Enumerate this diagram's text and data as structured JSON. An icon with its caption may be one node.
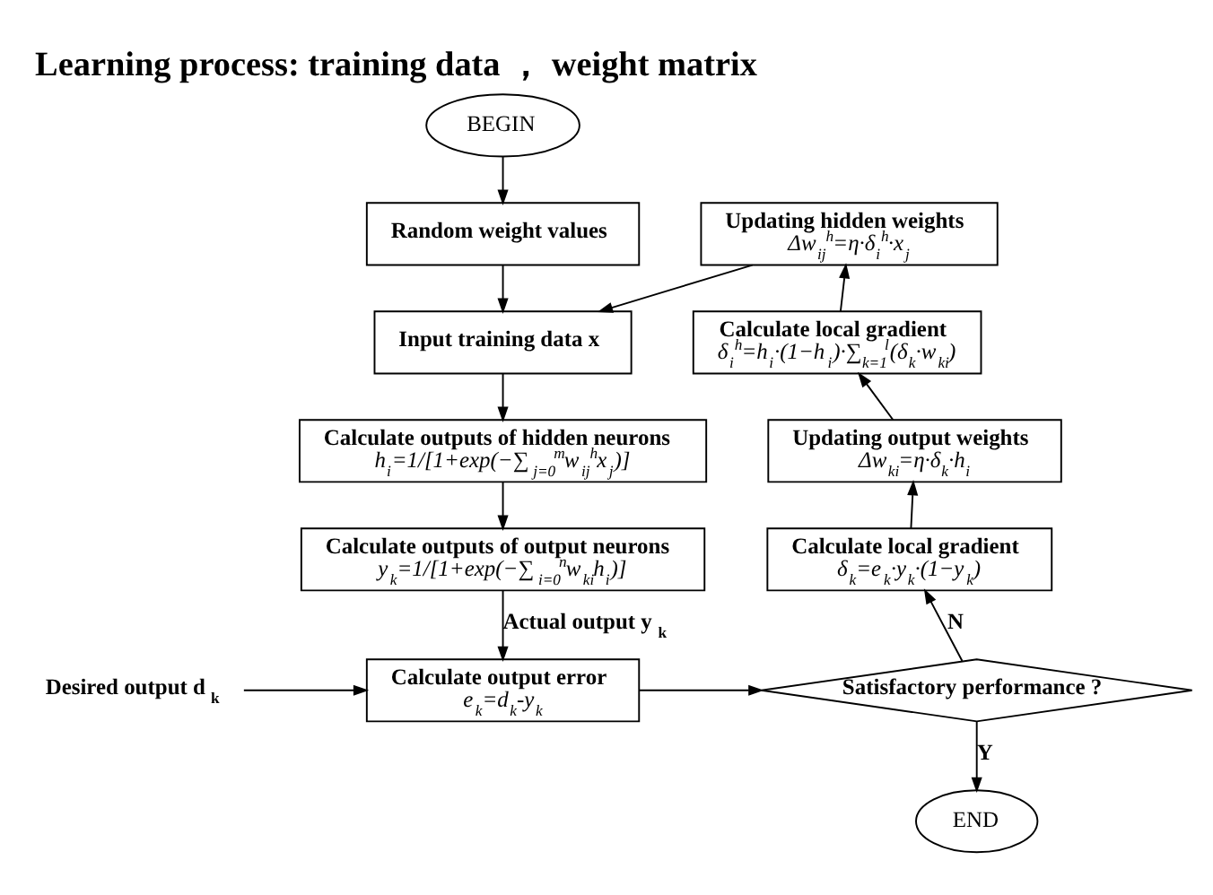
{
  "diagram": {
    "title": "Learning process: training data ， weight matrix",
    "nodes": [
      {
        "text": [
          "BEGIN"
        ]
      },
      {
        "text": [
          "Random weight values"
        ]
      },
      {
        "text": [
          "Input training data x"
        ]
      },
      {
        "text": [
          "Calculate outputs of hidden neurons",
          "h$_{i}$=1/[1+exp(−∑$_{j=0}$$^{m}$w$_{ij}$$^{h}$x$_{j}$)]"
        ]
      },
      {
        "text": [
          "Calculate outputs of output neurons",
          "y$_{k}$=1/[1+exp(−∑$_{i=0}$$^{n}$w$_{ki}$h$_{i}$)]"
        ]
      },
      {
        "text": [
          "Desired output d$_{k}$"
        ]
      },
      {
        "text": [
          "Calculate output error",
          "e$_{k}$=d$_{k}$-y$_{k}$"
        ]
      },
      {
        "text": [
          "Satisfactory performance ?"
        ]
      },
      {
        "text": [
          "END"
        ]
      },
      {
        "text": [
          "Calculate local gradient",
          "δ$_{k}$=e$_{k}$·y$_{k}$·(1−y$_{k}$)"
        ]
      },
      {
        "text": [
          "Updating output weights",
          "Δw$_{ki}$=η·δ$_{k}$·h$_{i}$"
        ]
      },
      {
        "text": [
          "Calculate local gradient",
          "δ$_{i}$$^{h}$=h$_{i}$·(1−h$_{i}$)·∑$_{k=1}$$^{l}$(δ$_{k}$·w$_{ki}$)"
        ]
      },
      {
        "text": [
          "Updating hidden weights",
          "Δw$_{ij}$$^{h}$=η·δ$_{i}$$^{h}$·x$_{j}$"
        ]
      }
    ],
    "edges": [
      {
        "from": 0,
        "to": 1,
        "arrow": "to"
      },
      {
        "from": 1,
        "to": 2,
        "arrow": "to"
      },
      {
        "from": 2,
        "to": 3,
        "arrow": "to"
      },
      {
        "from": 3,
        "to": 4,
        "arrow": "to"
      },
      {
        "from": 4,
        "to": 6,
        "arrow": "to",
        "label": "Actual output y$_{k}$"
      },
      {
        "from": 5,
        "to": 6,
        "arrow": "to"
      },
      {
        "from": 6,
        "to": 7,
        "arrow": "to"
      },
      {
        "from": 7,
        "to": 8,
        "arrow": "to",
        "label": "Y"
      },
      {
        "from": 7,
        "to": 9,
        "arrow": "to",
        "label": "N"
      },
      {
        "from": 9,
        "to": 10,
        "arrow": "to"
      },
      {
        "from": 10,
        "to": 11,
        "arrow": "to"
      },
      {
        "from": 11,
        "to": 12,
        "arrow": "to"
      },
      {
        "from": 12,
        "to": 2,
        "arrow": "to"
      }
    ]
  }
}
